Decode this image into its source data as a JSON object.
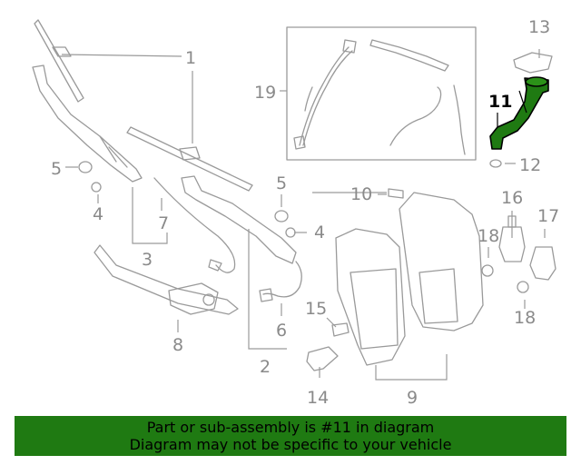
{
  "diagram": {
    "highlight_part": "11",
    "highlight_color": "#1f7a12",
    "callouts": [
      "1",
      "2",
      "3",
      "4",
      "4",
      "5",
      "5",
      "6",
      "7",
      "8",
      "9",
      "10",
      "11",
      "12",
      "13",
      "14",
      "15",
      "16",
      "17",
      "18",
      "18",
      "19"
    ]
  },
  "banner": {
    "line1": "Part or sub-assembly is #11 in diagram",
    "line2": "Diagram may not be specific to your vehicle",
    "color": "#1f7a12"
  }
}
